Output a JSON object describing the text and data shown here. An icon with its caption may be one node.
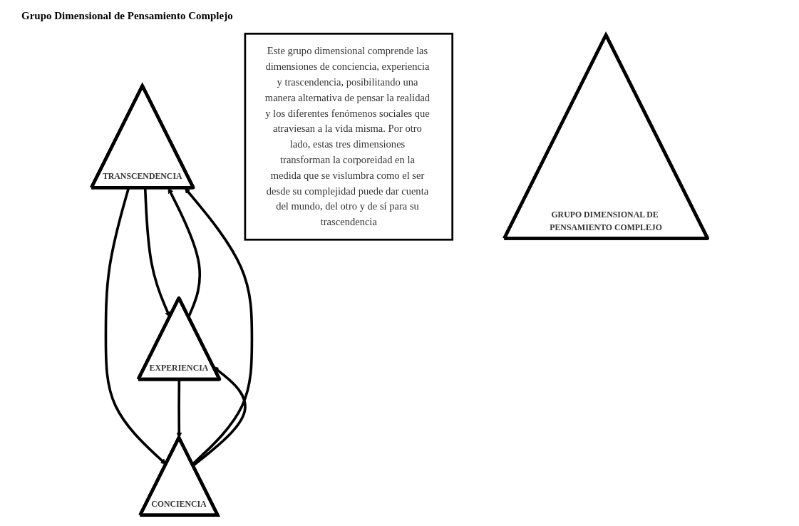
{
  "diagram": {
    "title": "Grupo Dimensional de Pensamiento Complejo",
    "nodes": [
      {
        "text": [
          "TRANSCENDENCIA"
        ]
      },
      {
        "text": [
          "Este grupo dimensional comprende las dimensiones de conciencia, experiencia y trascendencia, posibilitando una manera alternativa de pensar la realidad y los diferentes fenómenos sociales que atraviesan a la vida misma. Por otro lado, estas tres dimensiones transforman la corporeidad en la medida que se vislumbra como el ser desde su complejidad puede dar cuenta del mundo, del otro y de sí para su trascendencia"
        ]
      },
      {
        "text": [
          "GRUPO DIMENSIONAL DE PENSAMIENTO COMPLEJO"
        ]
      },
      {
        "text": [
          "EXPERIENCIA"
        ]
      },
      {
        "text": [
          "CONCIENCIA"
        ]
      }
    ],
    "edges": [
      {
        "from": 3,
        "to": 0,
        "arrow": "to"
      },
      {
        "from": 0,
        "to": 3,
        "arrow": "to"
      },
      {
        "from": 4,
        "to": 0,
        "arrow": "to"
      },
      {
        "from": 0,
        "to": 4,
        "arrow": "to"
      },
      {
        "from": 3,
        "to": 4,
        "arrow": "to"
      },
      {
        "from": 4,
        "to": 3,
        "arrow": "to"
      }
    ]
  }
}
